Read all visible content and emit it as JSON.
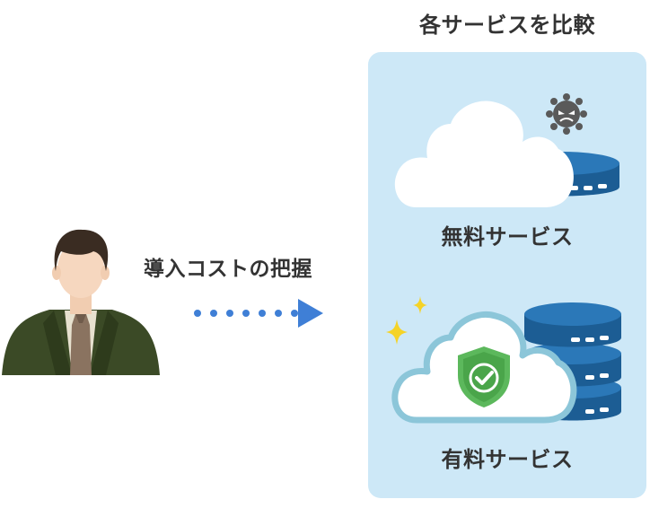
{
  "diagram": {
    "title": "各サービスを比較",
    "arrow_label": "導入コストの把握",
    "free_service": {
      "label": "無料サービス",
      "icons": [
        "cloud-icon",
        "database-icon",
        "virus-icon"
      ]
    },
    "paid_service": {
      "label": "有料サービス",
      "icons": [
        "cloud-icon",
        "shield-check-icon",
        "database-stack-icon",
        "sparkle-icon"
      ]
    },
    "person": {
      "icon": "businessman-icon"
    },
    "colors": {
      "panel": "#cde8f7",
      "arrow": "#3f7fd6",
      "database": "#1f6aa8",
      "shield": "#5cb85c",
      "cloud_outline": "#8cc6d9",
      "suit": "#3b4a26",
      "tie": "#8a7360",
      "sparkle": "#f5d327"
    }
  }
}
